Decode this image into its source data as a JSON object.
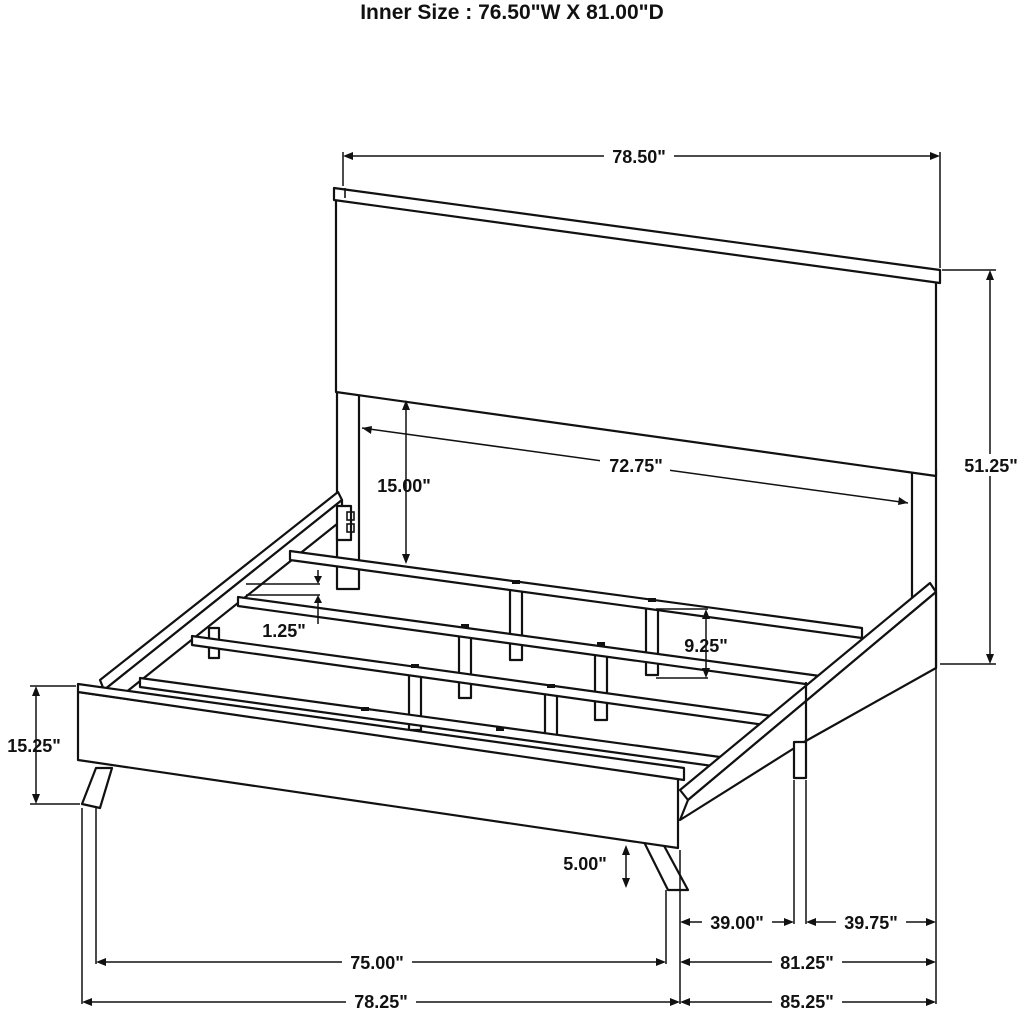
{
  "title": "Inner Size : 76.50\"W X 81.00\"D",
  "dimensions": {
    "headboard_width": "78.50\"",
    "headboard_height": "51.25\"",
    "inner_rail_width": "72.75\"",
    "clearance_height": "15.00\"",
    "slat_thickness": "1.25\"",
    "rail_height": "9.25\"",
    "footboard_height": "15.25\"",
    "leg_height": "5.00\"",
    "side_segment_front": "39.00\"",
    "side_segment_back": "39.75\"",
    "inner_width": "75.00\"",
    "inner_length": "81.25\"",
    "overall_width": "78.25\"",
    "overall_length": "85.25\""
  }
}
